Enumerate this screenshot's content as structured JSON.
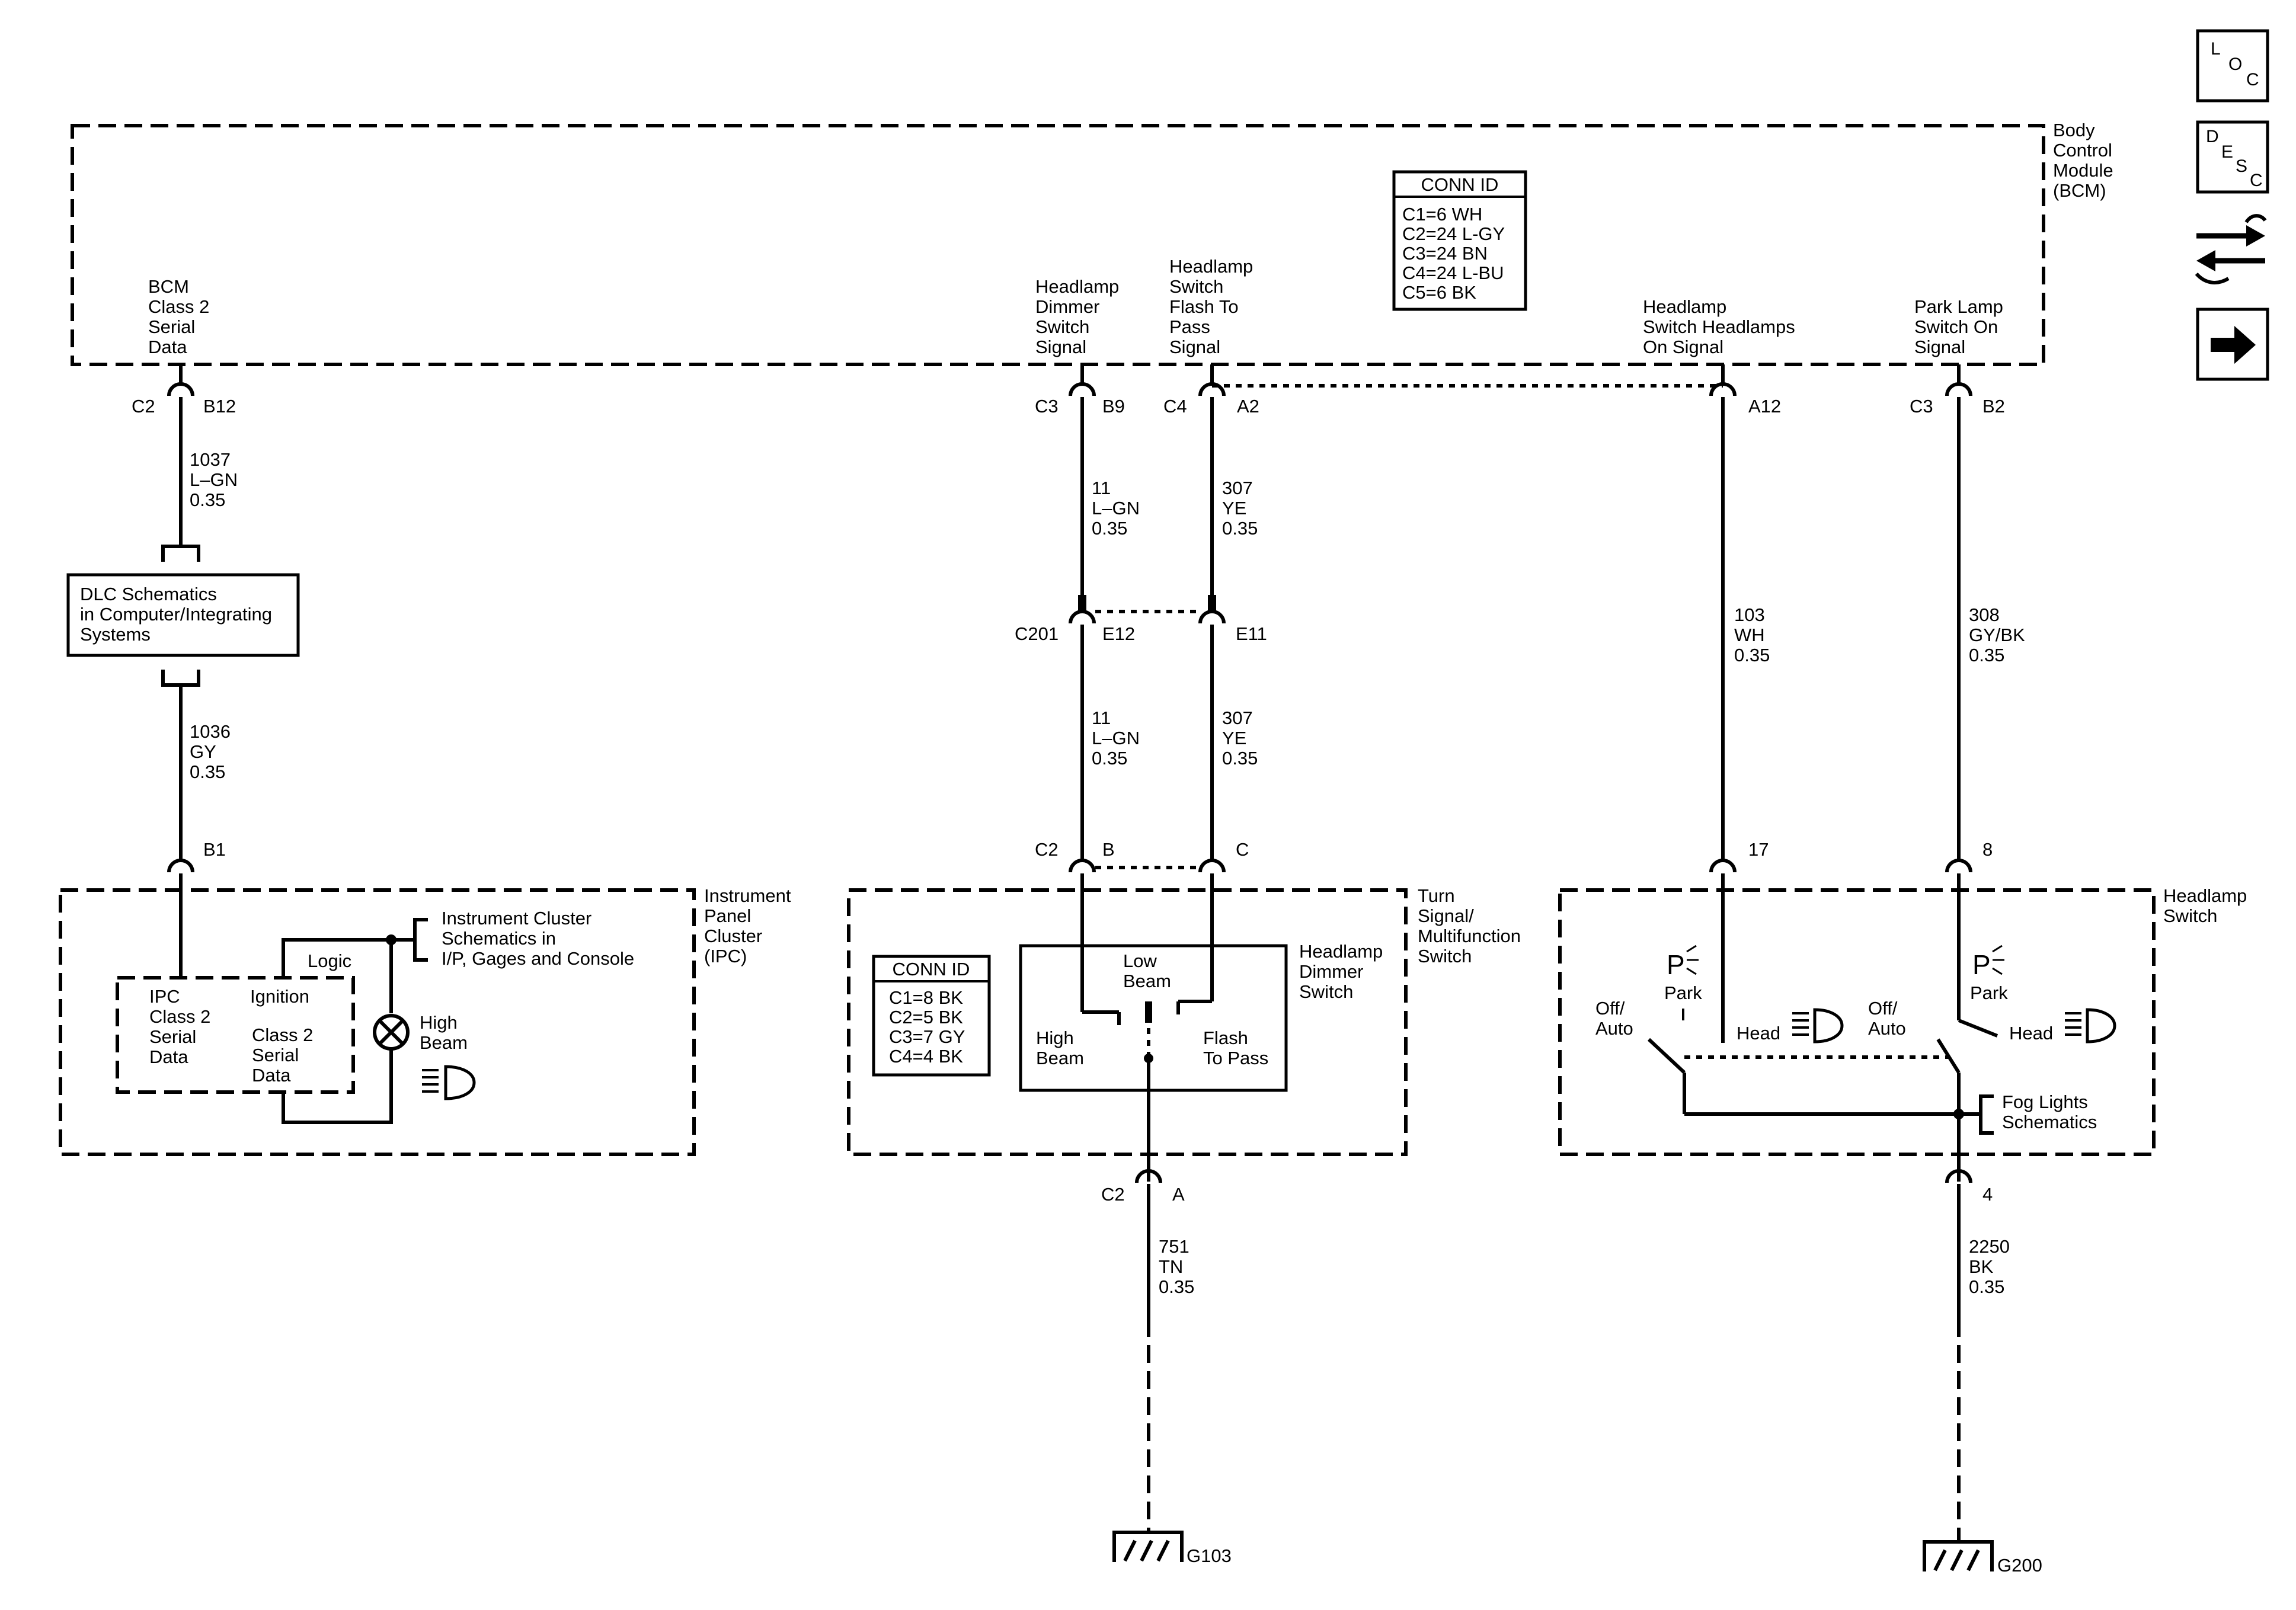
{
  "modules": {
    "bcm": [
      "Body",
      "Control",
      "Module",
      "(BCM)"
    ],
    "ipc": [
      "Instrument",
      "Panel",
      "Cluster",
      "(IPC)"
    ],
    "turn_signal": [
      "Turn",
      "Signal/",
      "Multifunction",
      "Switch"
    ],
    "headlamp_switch": [
      "Headlamp",
      "Switch"
    ]
  },
  "bcm_conn": {
    "title": "CONN ID",
    "rows": [
      "C1=6 WH",
      "C2=24 L-GY",
      "C3=24 BN",
      "C4=24 L-BU",
      "C5=6 BK"
    ]
  },
  "tsm_conn": {
    "title": "CONN ID",
    "rows": [
      "C1=8 BK",
      "C2=5 BK",
      "C3=7 GY",
      "C4=4 BK"
    ]
  },
  "bcm_signals": {
    "class2": [
      "BCM",
      "Class 2",
      "Serial",
      "Data"
    ],
    "dimmer": [
      "Headlamp",
      "Dimmer",
      "Switch",
      "Signal"
    ],
    "flash": [
      "Headlamp",
      "Switch",
      "Flash To",
      "Pass",
      "Signal"
    ],
    "headon": [
      "Headlamp",
      "Switch Headlamps",
      "On Signal"
    ],
    "parkon": [
      "Park Lamp",
      "Switch On",
      "Signal"
    ]
  },
  "connectors": {
    "c2": "C2",
    "b12": "B12",
    "c3": "C3",
    "b9": "B9",
    "c4": "C4",
    "a2": "A2",
    "a12": "A12",
    "c3b": "C3",
    "b2": "B2",
    "c201": "C201",
    "e12": "E12",
    "e11": "E11",
    "b1": "B1",
    "c2b": "C2",
    "b": "B",
    "c": "C",
    "p17": "17",
    "p8": "8",
    "c2c": "C2",
    "a": "A",
    "p4": "4"
  },
  "wires": {
    "w1037": [
      "1037",
      "L–GN",
      "0.35"
    ],
    "w1036": [
      "1036",
      "GY",
      "0.35"
    ],
    "w11a": [
      "11",
      "L–GN",
      "0.35"
    ],
    "w307a": [
      "307",
      "YE",
      "0.35"
    ],
    "w11b": [
      "11",
      "L–GN",
      "0.35"
    ],
    "w307b": [
      "307",
      "YE",
      "0.35"
    ],
    "w103": [
      "103",
      "WH",
      "0.35"
    ],
    "w308": [
      "308",
      "GY/BK",
      "0.35"
    ],
    "w751": [
      "751",
      "TN",
      "0.35"
    ],
    "w2250": [
      "2250",
      "BK",
      "0.35"
    ]
  },
  "dlc": [
    "DLC Schematics",
    "in Computer/Integrating",
    "Systems"
  ],
  "ipc_internal": {
    "ipc_data": [
      "IPC",
      "Class 2",
      "Serial",
      "Data"
    ],
    "ignition": "Ignition",
    "class2": [
      "Class 2",
      "Serial",
      "Data"
    ],
    "logic": "Logic",
    "high_beam": [
      "High",
      "Beam"
    ],
    "cluster_ref": [
      "Instrument Cluster",
      "Schematics in",
      "I/P, Gages and Console"
    ]
  },
  "dimmer_switch": {
    "name": [
      "Headlamp",
      "Dimmer",
      "Switch"
    ],
    "low_beam": [
      "Low",
      "Beam"
    ],
    "high_beam": [
      "High",
      "Beam"
    ],
    "flash": [
      "Flash",
      "To Pass"
    ]
  },
  "headlamp_sw": {
    "park_symbol": "P",
    "park": "Park",
    "head": "Head",
    "off_auto": [
      "Off/",
      "Auto"
    ],
    "fog_ref": [
      "Fog Lights",
      "Schematics"
    ]
  },
  "grounds": {
    "g103": "G103",
    "g200": "G200"
  },
  "nav": {
    "loc": [
      "L",
      "O",
      "C"
    ],
    "desc": [
      "D",
      "E",
      "S",
      "C"
    ],
    "icons": [
      "loc-icon",
      "desc-icon",
      "swap-arrows-icon",
      "next-arrow-icon"
    ]
  }
}
